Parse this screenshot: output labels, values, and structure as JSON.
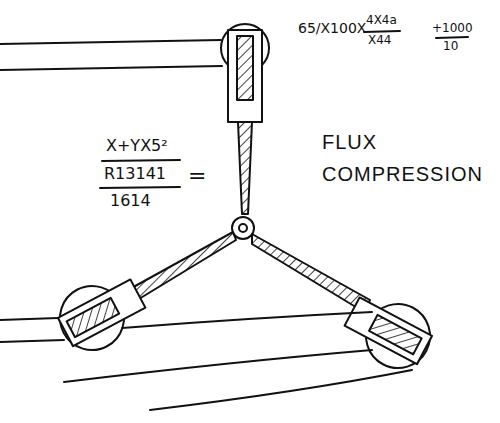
{
  "diagram": {
    "labels": [
      "65/X100X",
      "4X4a",
      "X44",
      "+1000",
      "10",
      "X+YX5²",
      "R13141",
      "1614",
      "=",
      "FLUX COMPRESSION"
    ]
  }
}
